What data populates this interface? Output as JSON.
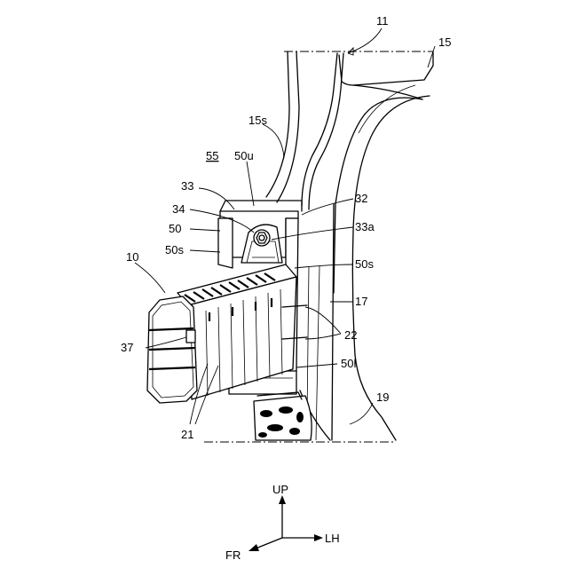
{
  "labels": {
    "l11": "11",
    "l15": "15",
    "l15s": "15s",
    "l55": "55",
    "l50u": "50u",
    "l33": "33",
    "l32": "32",
    "l34": "34",
    "l33a": "33a",
    "l50": "50",
    "l50s_left": "50s",
    "l50s_right": "50s",
    "l10": "10",
    "l17": "17",
    "l22": "22",
    "l37": "37",
    "l50l": "50l",
    "l19": "19",
    "l21": "21"
  },
  "axes": {
    "up": "UP",
    "lh": "LH",
    "fr": "FR"
  }
}
